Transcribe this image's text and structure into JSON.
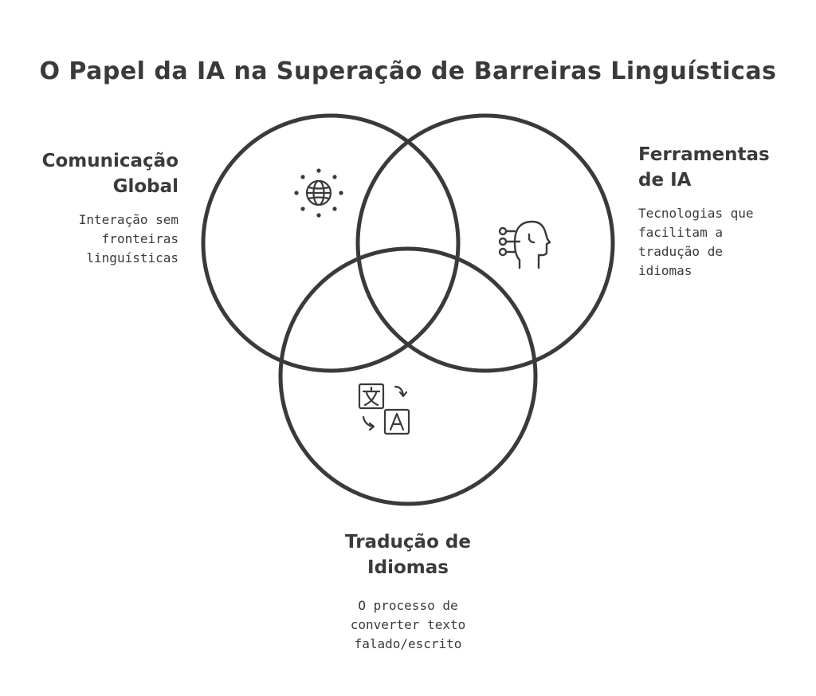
{
  "title": "O Papel da IA na Superação de Barreiras Linguísticas",
  "sets": [
    {
      "id": "global",
      "heading_lines": [
        "Comunicação",
        "Global"
      ],
      "description_lines": [
        "Interação sem",
        "fronteiras",
        "linguísticas"
      ],
      "icon": "globe-icon"
    },
    {
      "id": "tools",
      "heading_lines": [
        "Ferramentas",
        "de IA"
      ],
      "description_lines": [
        "Tecnologias que",
        "facilitam a",
        "tradução de",
        "idiomas"
      ],
      "icon": "ai-head-icon"
    },
    {
      "id": "translation",
      "heading_lines": [
        "Tradução de",
        "Idiomas"
      ],
      "description_lines": [
        "O processo de",
        "converter texto",
        "falado/escrito"
      ],
      "icon": "translate-icon"
    }
  ],
  "colors": {
    "stroke": "#3a3a3a",
    "background": "#ffffff"
  }
}
